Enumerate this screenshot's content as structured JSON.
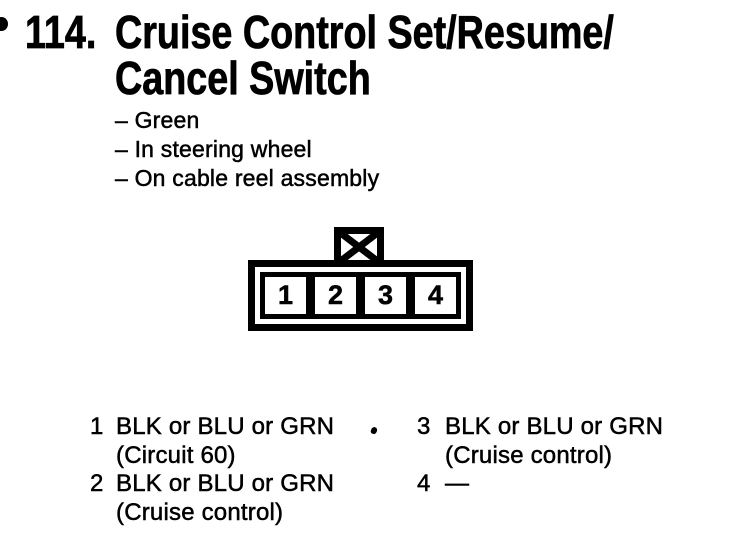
{
  "page": {
    "background": "#ffffff",
    "ink_color": "#000000"
  },
  "entry": {
    "number": "114.",
    "title_line1": "Cruise Control Set/Resume/",
    "title_line2": "Cancel Switch"
  },
  "details": {
    "items": [
      "– Green",
      "– In steering wheel",
      "– On cable reel assembly"
    ]
  },
  "connector": {
    "tab_icon": "x-box-mounting-tab",
    "pins": [
      "1",
      "2",
      "3",
      "4"
    ]
  },
  "pin_table": {
    "left_column": [
      {
        "pin": "1",
        "wire": "BLK or BLU or GRN",
        "note": "(Circuit 60)"
      },
      {
        "pin": "2",
        "wire": "BLK or BLU or GRN",
        "note": "(Cruise control)"
      }
    ],
    "right_column": [
      {
        "pin": "3",
        "wire": "BLK or BLU or GRN",
        "note": "(Cruise control)"
      },
      {
        "pin": "4",
        "wire": "—",
        "note": ""
      }
    ]
  }
}
